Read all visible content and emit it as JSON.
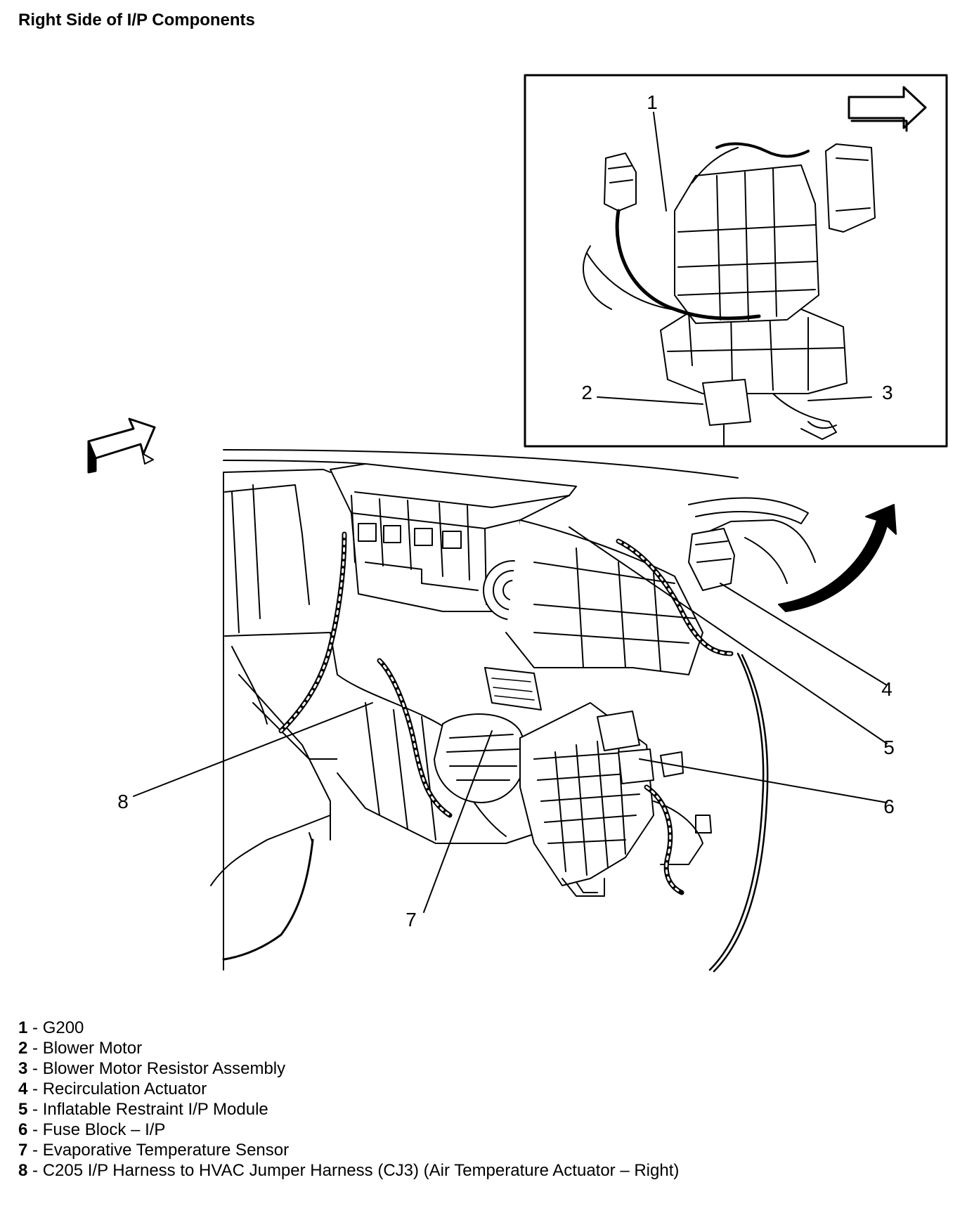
{
  "page": {
    "title": "Right Side of I/P Components"
  },
  "callouts": [
    {
      "number": "1"
    },
    {
      "number": "2"
    },
    {
      "number": "3"
    },
    {
      "number": "4"
    },
    {
      "number": "5"
    },
    {
      "number": "6"
    },
    {
      "number": "7"
    },
    {
      "number": "8"
    }
  ],
  "legend": [
    {
      "number": "1",
      "separator": " - ",
      "text": "G200"
    },
    {
      "number": "2",
      "separator": " - ",
      "text": "Blower Motor"
    },
    {
      "number": "3",
      "separator": " - ",
      "text": "Blower Motor Resistor Assembly"
    },
    {
      "number": "4",
      "separator": " - ",
      "text": "Recirculation Actuator"
    },
    {
      "number": "5",
      "separator": " - ",
      "text": "Inflatable Restraint I/P Module"
    },
    {
      "number": "6",
      "separator": " - ",
      "text": "Fuse Block – I/P"
    },
    {
      "number": "7",
      "separator": " - ",
      "text": "Evaporative Temperature Sensor"
    },
    {
      "number": "8",
      "separator": " - ",
      "text": "C205 I/P Harness to HVAC Jumper Harness (CJ3) (Air Temperature Actuator – Right)"
    }
  ],
  "colors": {
    "line": "#000000",
    "background": "#ffffff"
  }
}
